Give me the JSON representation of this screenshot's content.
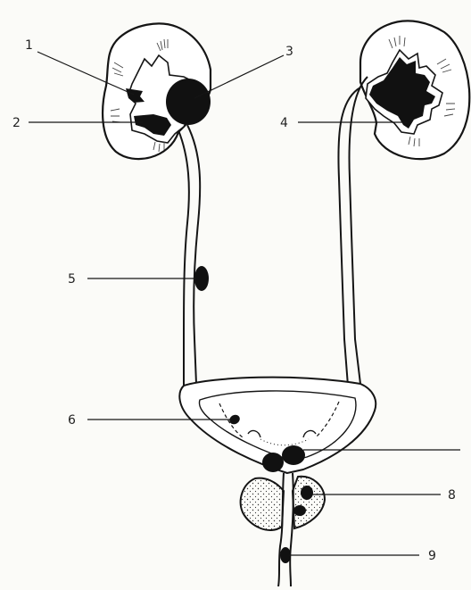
{
  "labels": {
    "l1": "1",
    "l2": "2",
    "l3": "3",
    "l4": "4",
    "l5": "5",
    "l6": "6",
    "l8": "8",
    "l9": "9"
  },
  "colors": {
    "paper": "#fbfbf8",
    "ink": "#151515",
    "stone": "#111111",
    "stipple": "#333333"
  }
}
